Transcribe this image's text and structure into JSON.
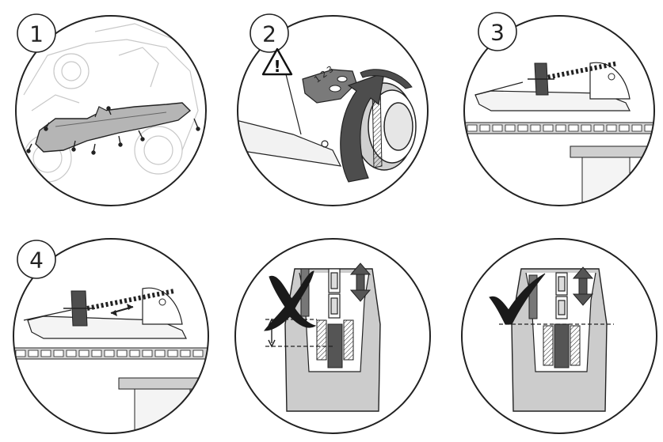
{
  "panels": [
    {
      "id": "panel-1",
      "step": "1"
    },
    {
      "id": "panel-2",
      "step": "2",
      "warning_symbol": "!",
      "marking_1": "1",
      "marking_2": "2",
      "marking_3": "3"
    },
    {
      "id": "panel-3",
      "step": "3"
    },
    {
      "id": "panel-4",
      "step": "4"
    },
    {
      "id": "panel-5",
      "step": "",
      "result": "incorrect"
    },
    {
      "id": "panel-6",
      "step": "",
      "result": "correct"
    }
  ],
  "colors": {
    "stroke": "#222222",
    "mid_gray": "#8a8a8a",
    "light_gray": "#d9d9d9",
    "dark_gray": "#555555"
  },
  "icons": [
    "warning-triangle-icon",
    "cross-mark-icon",
    "check-mark-icon",
    "double-arrow-icon"
  ]
}
